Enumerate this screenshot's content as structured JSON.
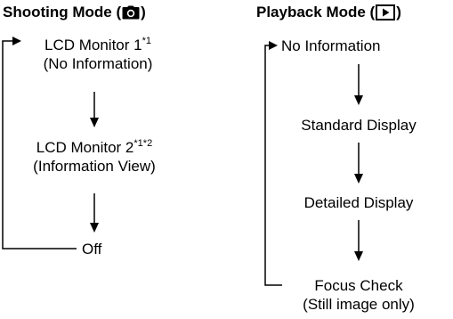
{
  "shooting": {
    "title_prefix": "Shooting Mode (",
    "title_suffix": ")",
    "title_icon": "camera-icon",
    "nodes": [
      {
        "label": "LCD Monitor 1",
        "sup": "*1",
        "sub": "(No Information)"
      },
      {
        "label": "LCD Monitor 2",
        "sup": "*1*2",
        "sub": "(Information View)"
      },
      {
        "label": "Off"
      }
    ]
  },
  "playback": {
    "title_prefix": "Playback Mode (",
    "title_suffix": ")",
    "title_icon": "playback-icon",
    "nodes": [
      {
        "label": "No Information"
      },
      {
        "label": "Standard Display"
      },
      {
        "label": "Detailed Display"
      },
      {
        "label": "Focus Check",
        "sub": "(Still image only)"
      }
    ]
  }
}
